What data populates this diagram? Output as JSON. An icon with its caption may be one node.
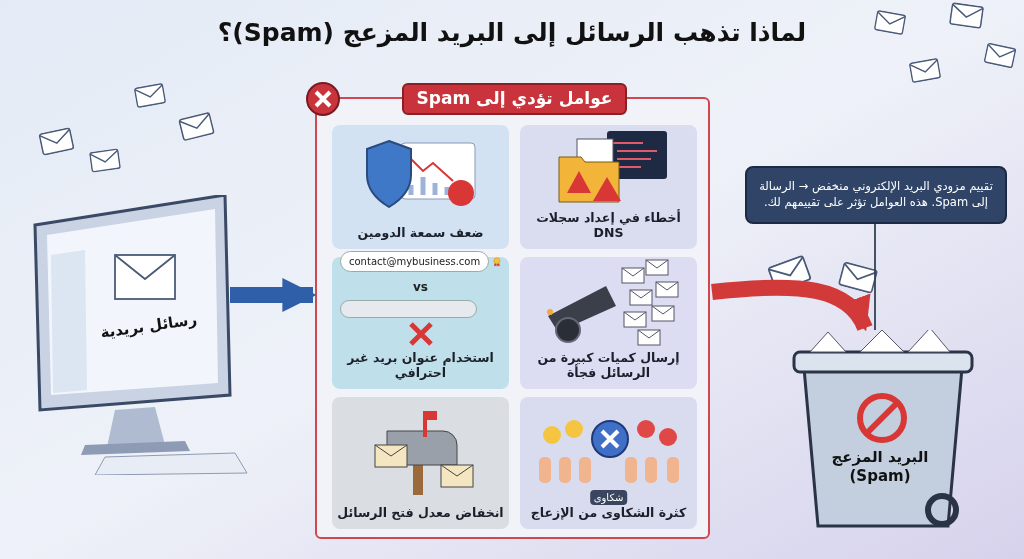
{
  "diagram": {
    "title": "لماذا تذهب الرسائل إلى البريد المزعج (Spam)؟",
    "nodes": [
      {
        "text": [
          "رسائل بريدية"
        ]
      },
      {
        "text": [
          "عوامل تؤدي إلى Spam"
        ]
      },
      {
        "text": [
          "أخطاء في إعداد سجلات DNS"
        ],
        "in": 1
      },
      {
        "text": [
          "ضعف سمعة الدومين"
        ],
        "in": 1
      },
      {
        "text": [
          "إرسال كميات كبيرة من الرسائل فجأة"
        ],
        "in": 1
      },
      {
        "text": [
          "contact@mybusiness.com",
          "vs",
          "استخدام عنوان بريد غير احترافي"
        ],
        "in": 1
      },
      {
        "text": [
          "شكاوى",
          "كثرة الشكاوى من الإزعاج"
        ],
        "in": 1
      },
      {
        "text": [
          "انخفاض معدل فتح الرسائل"
        ],
        "in": 1
      },
      {
        "text": [
          "تقييم مزودي البريد الإلكتروني منخفض → الرسالة إلى Spam. هذه العوامل تؤثر على تقييمهم لك."
        ]
      },
      {
        "text": [
          "البريد المزعج (Spam)"
        ]
      }
    ],
    "edges": [
      {
        "from": 0,
        "to": 1,
        "arrow": "to",
        "color": "#2f5fa8"
      },
      {
        "from": 1,
        "to": 9,
        "arrow": "to",
        "color": "#d23a3a"
      },
      {
        "from": 8,
        "to": 9,
        "arrow": "none",
        "color": "#334155"
      }
    ]
  }
}
